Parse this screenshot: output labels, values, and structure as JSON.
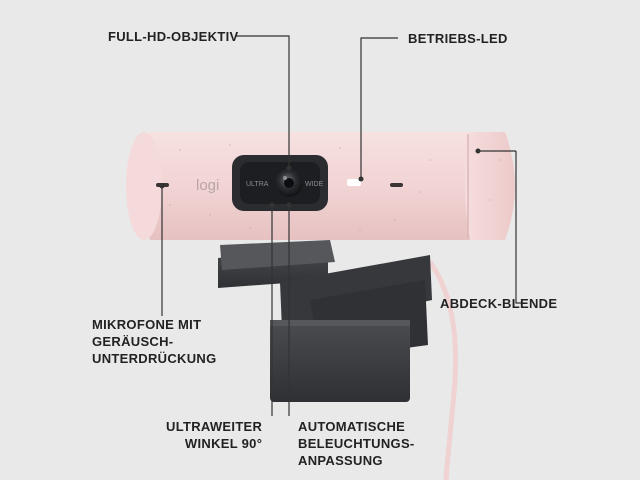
{
  "callouts": {
    "lens": "FULL-HD-OBJEKTIV",
    "led": "BETRIEBS-LED",
    "privacy_shade": "ABDECK-BLENDE",
    "mics": "MIKROFONE MIT\nGERÄUSCH-\nUNTERDRÜCKUNG",
    "ultrawide": "ULTRAWEITER\nWINKEL 90°",
    "auto_light": "AUTOMATISCHE\nBELEUCHTUNGS-\nANPASSUNG"
  },
  "camera": {
    "brand_logo": "logi",
    "lens_text_left": "ULTRA",
    "lens_text_right": "WIDE"
  },
  "colors": {
    "background": "#e9e9e9",
    "body_pink": "#f2d6d6",
    "stand_dark": "#3d3f42",
    "line": "#333333"
  }
}
